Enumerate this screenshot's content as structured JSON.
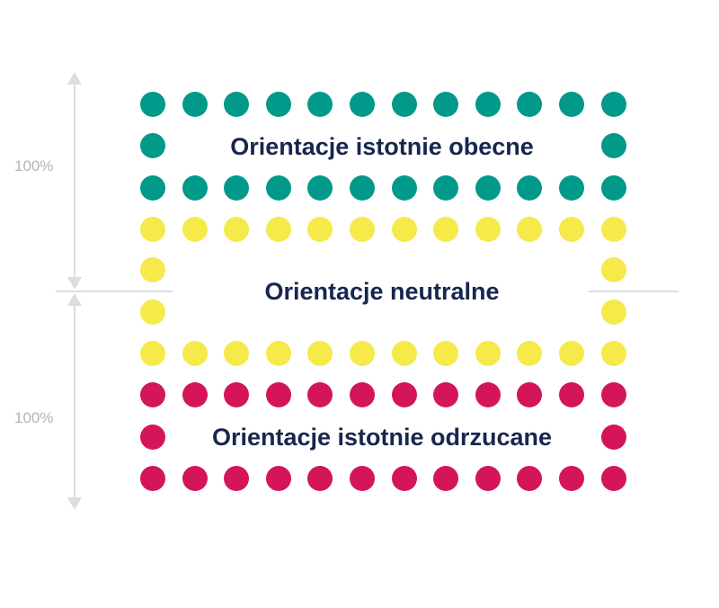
{
  "labels": {
    "top": "Orientacje istotnie obecne",
    "middle": "Orientacje neutralne",
    "bottom": "Orientacje istotnie odrzucane"
  },
  "axis": {
    "upper_percent": "100%",
    "lower_percent": "100%"
  },
  "colors": {
    "teal": "#00998a",
    "yellow": "#f5ea4a",
    "crimson": "#d4155a",
    "text": "#18264f",
    "axis": "#dddddd",
    "percent": "#b4b4b4"
  },
  "bands": [
    {
      "name": "obecne",
      "color_key": "teal"
    },
    {
      "name": "neutralne",
      "color_key": "yellow"
    },
    {
      "name": "odrzucane",
      "color_key": "crimson"
    }
  ]
}
